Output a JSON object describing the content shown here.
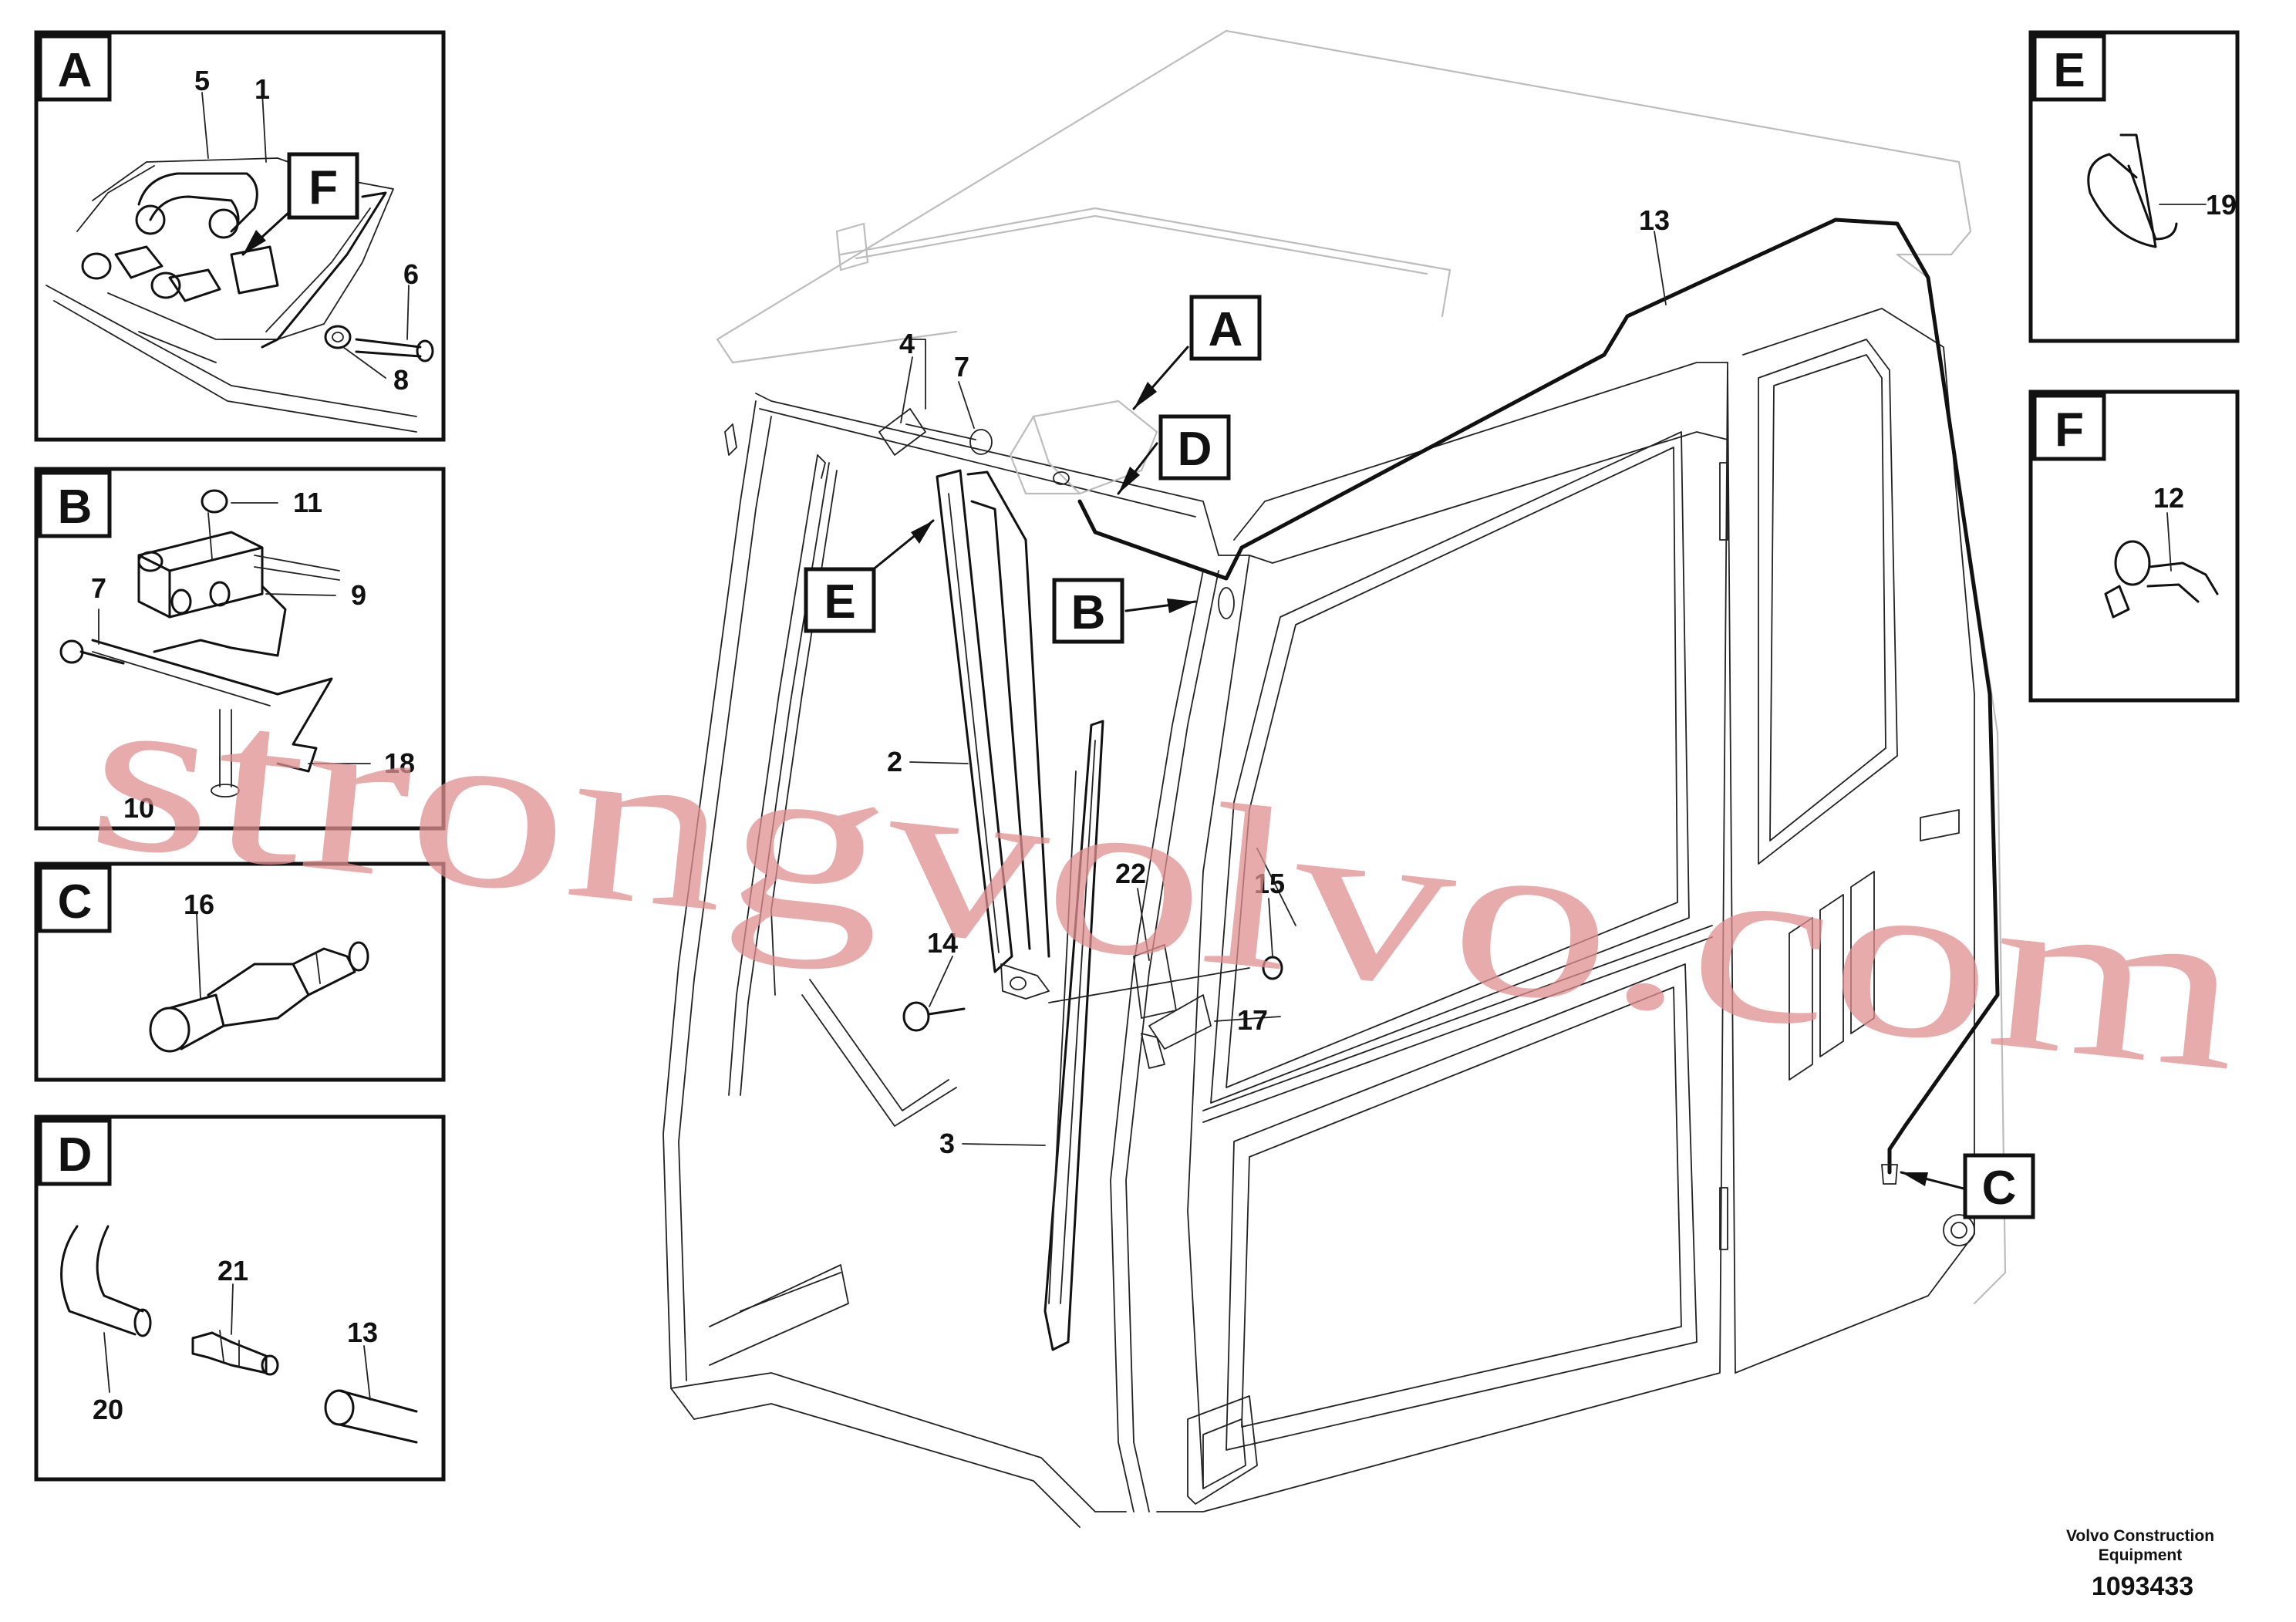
{
  "insets": {
    "A": {
      "letter": "A",
      "callouts": [
        "5",
        "1",
        "F",
        "6",
        "8"
      ]
    },
    "B": {
      "letter": "B",
      "callouts": [
        "11",
        "9",
        "7",
        "18",
        "10"
      ]
    },
    "C": {
      "letter": "C",
      "callouts": [
        "16"
      ]
    },
    "D": {
      "letter": "D",
      "callouts": [
        "21",
        "13",
        "20"
      ]
    },
    "E": {
      "letter": "E",
      "callouts": [
        "19"
      ]
    },
    "F": {
      "letter": "F",
      "callouts": [
        "12"
      ]
    }
  },
  "main_labels": {
    "A": "A",
    "D": "D",
    "E": "E",
    "B": "B",
    "C": "C"
  },
  "main_callouts": [
    "13",
    "4",
    "7",
    "2",
    "22",
    "15",
    "14",
    "17",
    "3"
  ],
  "watermark": "strongvolvo.com",
  "footer": {
    "company_line1": "Volvo Construction",
    "company_line2": "Equipment",
    "drawing_number": "1093433"
  }
}
